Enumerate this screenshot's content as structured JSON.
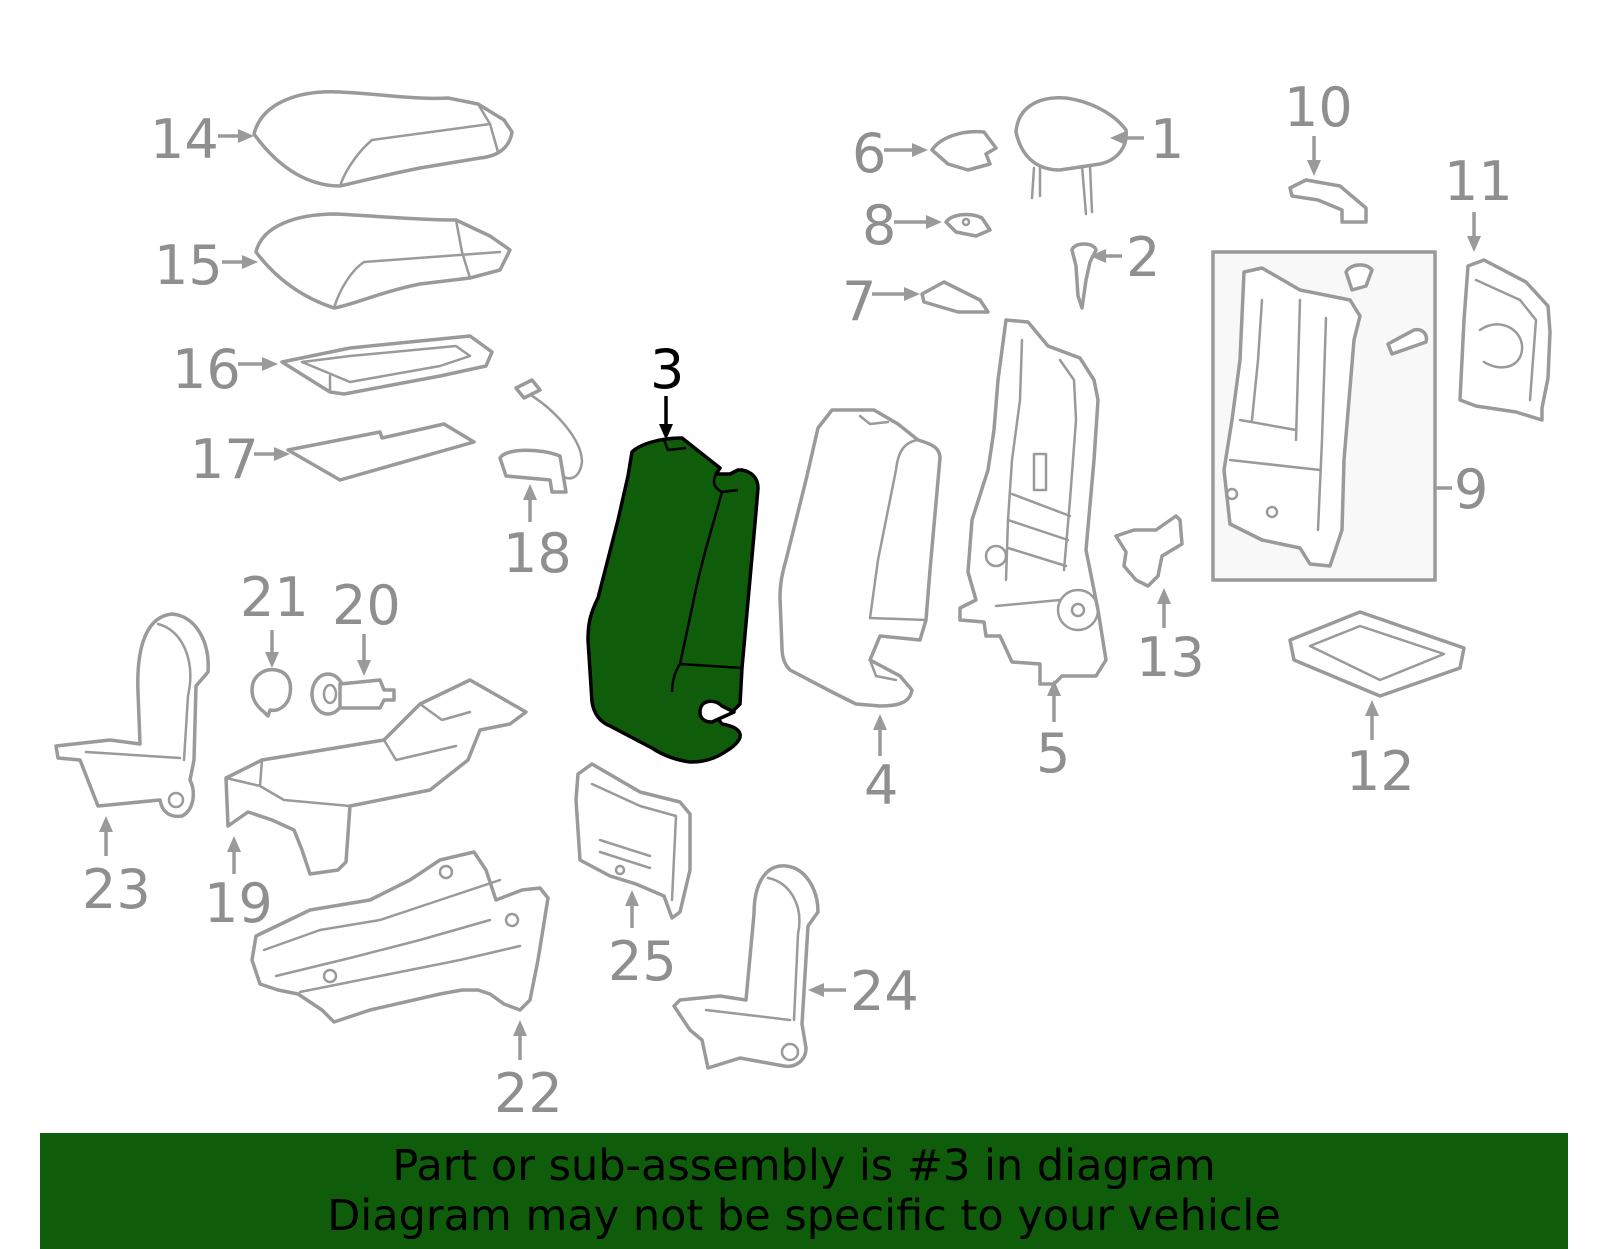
{
  "highlighted_part": "3",
  "colors": {
    "highlight_fill": "#0f5c0a",
    "banner_background": "#0f5c0a",
    "outline": "#9a9a9a",
    "highlight_outline": "#000000"
  },
  "callouts": [
    {
      "id": "c1",
      "label": "1"
    },
    {
      "id": "c2",
      "label": "2"
    },
    {
      "id": "c3",
      "label": "3"
    },
    {
      "id": "c4",
      "label": "4"
    },
    {
      "id": "c5",
      "label": "5"
    },
    {
      "id": "c6",
      "label": "6"
    },
    {
      "id": "c7",
      "label": "7"
    },
    {
      "id": "c8",
      "label": "8"
    },
    {
      "id": "c9",
      "label": "9"
    },
    {
      "id": "c10",
      "label": "10"
    },
    {
      "id": "c11",
      "label": "11"
    },
    {
      "id": "c12",
      "label": "12"
    },
    {
      "id": "c13",
      "label": "13"
    },
    {
      "id": "c14",
      "label": "14"
    },
    {
      "id": "c15",
      "label": "15"
    },
    {
      "id": "c16",
      "label": "16"
    },
    {
      "id": "c17",
      "label": "17"
    },
    {
      "id": "c18",
      "label": "18"
    },
    {
      "id": "c19",
      "label": "19"
    },
    {
      "id": "c20",
      "label": "20"
    },
    {
      "id": "c21",
      "label": "21"
    },
    {
      "id": "c22",
      "label": "22"
    },
    {
      "id": "c23",
      "label": "23"
    },
    {
      "id": "c24",
      "label": "24"
    },
    {
      "id": "c25",
      "label": "25"
    }
  ],
  "banner": {
    "line1": "Part or sub-assembly is #3 in diagram",
    "line2": "Diagram may not be specific to your vehicle"
  }
}
